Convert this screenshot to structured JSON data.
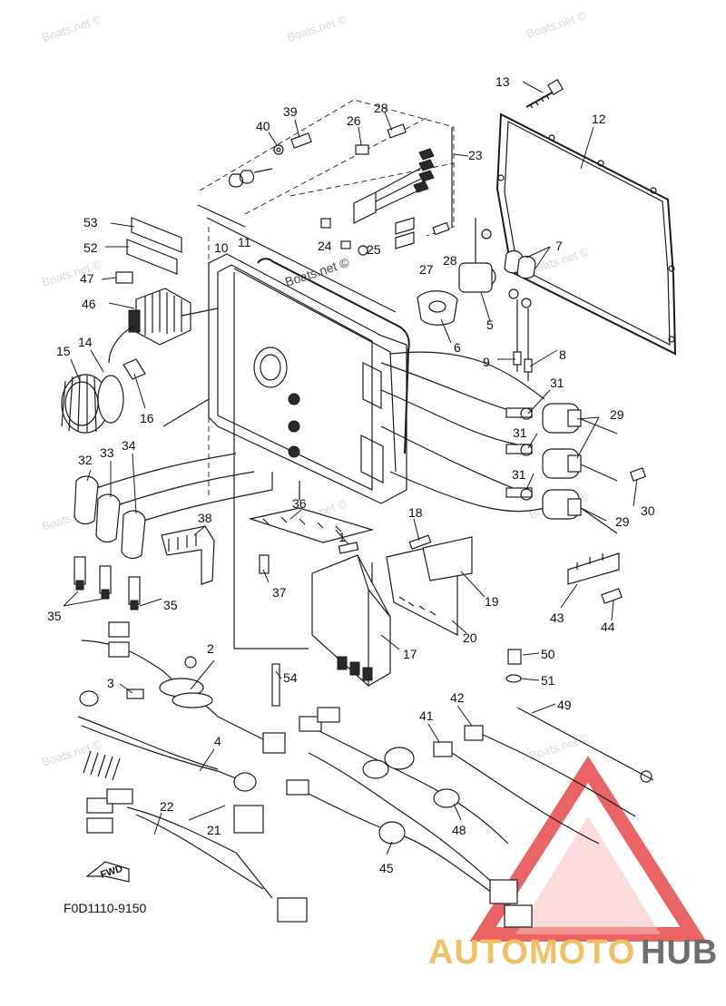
{
  "diagram": {
    "drawing_code": "F0D1110-9150",
    "fwd_label": "FWD",
    "watermarks": [
      "Boats.net ©",
      "Boats.net ©",
      "Boats.net ©",
      "Boats.net ©",
      "Boats.net ©",
      "Boats.net ©",
      "Boats.net ©",
      "Boats.net ©",
      "Boats.net ©",
      "Boats.net ©"
    ],
    "center_watermark": "Boats.net ©",
    "brand_logo": {
      "text_part1": "AUTOMOTO",
      "text_part2": "HUB",
      "color_part1": "#f2b54a",
      "color_part2": "#555555",
      "triangle_color": "#e8494a"
    },
    "callouts": [
      "1",
      "2",
      "3",
      "4",
      "5",
      "6",
      "7",
      "8",
      "9",
      "10",
      "11",
      "12",
      "13",
      "14",
      "15",
      "16",
      "17",
      "18",
      "19",
      "20",
      "21",
      "22",
      "23",
      "24",
      "25",
      "26",
      "27",
      "28",
      "28",
      "29",
      "29",
      "30",
      "31",
      "31",
      "31",
      "32",
      "33",
      "34",
      "35",
      "35",
      "36",
      "37",
      "38",
      "39",
      "40",
      "41",
      "42",
      "43",
      "44",
      "45",
      "46",
      "47",
      "48",
      "49",
      "50",
      "51",
      "52",
      "53",
      "54"
    ]
  }
}
